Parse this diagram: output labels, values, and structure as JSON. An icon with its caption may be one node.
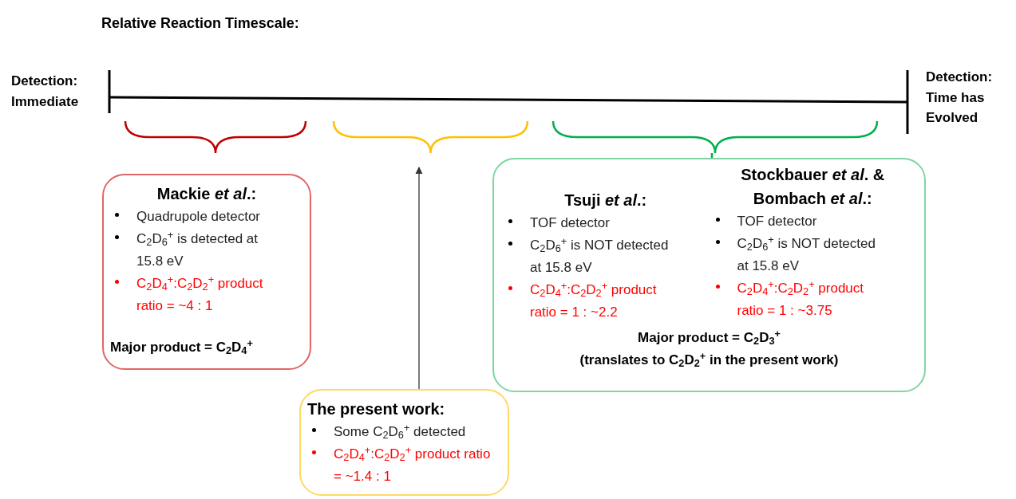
{
  "diagram": {
    "title": "Relative Reaction Timescale:",
    "nodes": [
      {
        "text": [],
        "shape": "brace"
      },
      {
        "text": [],
        "shape": "brace"
      },
      {
        "text": [],
        "shape": "brace"
      },
      {
        "text": [
          "Mackie *et al*.:",
          "Quadrupole detector",
          "C$_{2}$D$_{6}$$^{+}$ is detected at 15.8 eV",
          "C$_{2}$D$_{4}$$^{+}$:C$_{2}$D$_{2}$$^{+}$ product ratio = ~4 : 1",
          "Major product = C$_{2}$D$_{4}$$^{+}$"
        ]
      },
      {
        "text": [
          "Tsuji *et al*.:",
          "TOF detector",
          "C$_{2}$D$_{6}$$^{+}$ is NOT detected at 15.8 eV",
          "C$_{2}$D$_{4}$$^{+}$:C$_{2}$D$_{2}$$^{+}$ product ratio = 1 : ~2.2",
          "Stockbauer *et al*. & Bombach *et al*.:",
          "TOF detector",
          "C$_{2}$D$_{6}$$^{+}$ is NOT detected at 15.8 eV",
          "C$_{2}$D$_{4}$$^{+}$:C$_{2}$D$_{2}$$^{+}$ product ratio = 1 : ~3.75",
          "Major product = C$_{2}$D$_{3}$$^{+}$",
          "(translates to C$_{2}$D$_{2}$$^{+}$ in the present work)"
        ]
      },
      {
        "text": [
          "The present work:",
          "Some C$_{2}$D$_{6}$$^{+}$ detected",
          "C$_{2}$D$_{4}$$^{+}$:C$_{2}$D$_{2}$$^{+}$ product ratio = ~1.4 : 1"
        ]
      }
    ],
    "edges": [
      {
        "from": 5,
        "to": 1,
        "arrow": "to"
      }
    ],
    "labels": [
      "Detection: Immediate",
      "Detection: Time has Evolved"
    ]
  }
}
